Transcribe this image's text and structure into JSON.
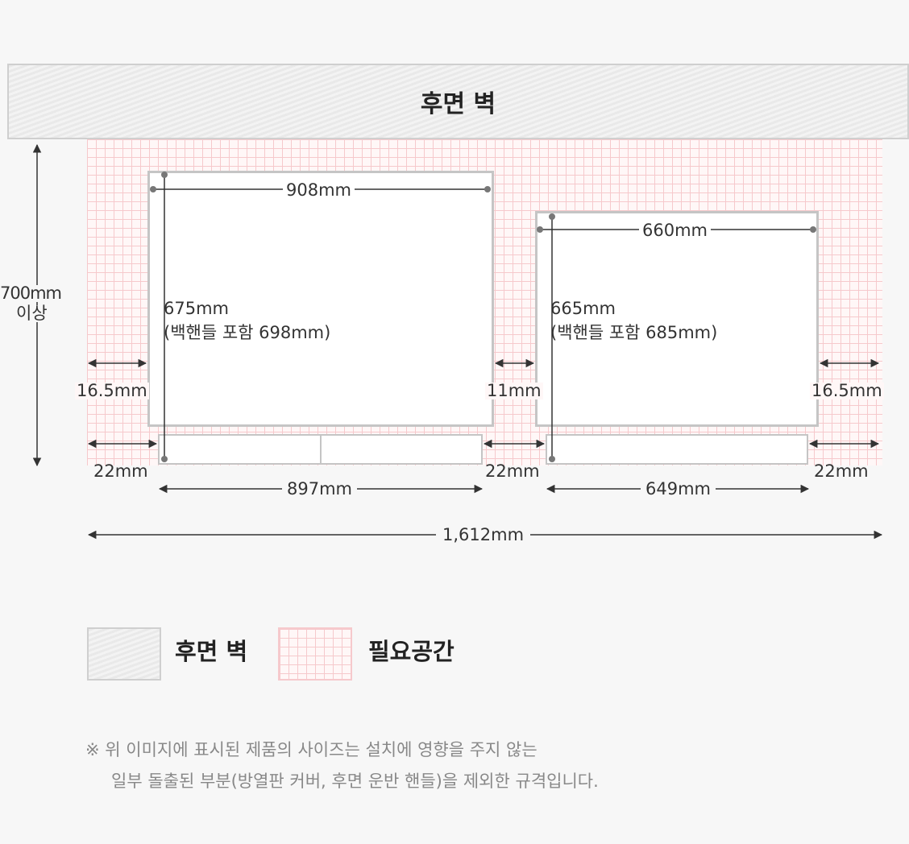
{
  "wall": {
    "label": "후면 벽"
  },
  "dimensions": {
    "height_clearance": "700mm",
    "height_clearance_suffix": "이상",
    "left_width": "908mm",
    "left_depth": "675mm",
    "left_depth_note": "(백핸들 포함 698mm)",
    "right_width": "660mm",
    "right_depth": "665mm",
    "right_depth_note": "(백핸들 포함 685mm)",
    "left_side_gap": "16.5mm",
    "middle_gap": "11mm",
    "right_side_gap": "16.5mm",
    "left_bottom_gap": "22mm",
    "middle_bottom_gap": "22mm",
    "right_bottom_gap": "22mm",
    "left_bottom_width": "897mm",
    "right_bottom_width": "649mm",
    "total_width": "1,612mm"
  },
  "legend": {
    "wall_label": "후면 벽",
    "space_label": "필요공간"
  },
  "note": {
    "line1": "※ 위 이미지에 표시된 제품의 사이즈는 설치에 영향을 주지 않는",
    "line2": "일부 돌출된 부분(방열판 커버, 후면 운반 핸들)을 제외한 규격입니다."
  }
}
